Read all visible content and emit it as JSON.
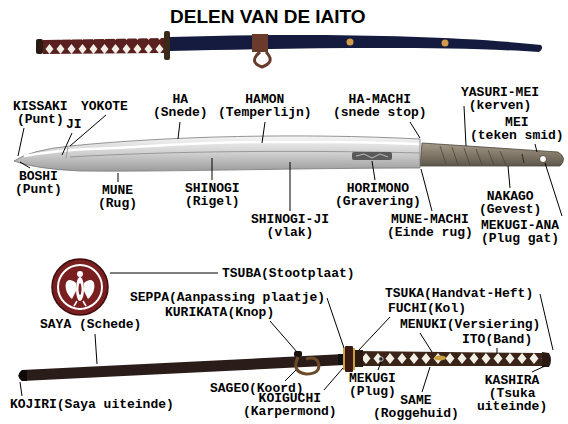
{
  "diagram": {
    "title": "DELEN VAN DE IAITO",
    "labels": [
      "KISSAKI (Punt)",
      "YOKOTE",
      "HA (Snede)",
      "HAMON (Temperlijn)",
      "HA-MACHI (snede stop)",
      "YASURI-MEI (kerven)",
      "MEI (teken smid)",
      "JI",
      "BOSHI (Punt)",
      "MUNE (Rug)",
      "SHINOGI (Rigel)",
      "SHINOGI-JI (vlak)",
      "HORIMONO (Gravering)",
      "MUNE-MACHI (Einde rug)",
      "NAKAGO (Gevest)",
      "MEKUGI-ANA (Plug gat)",
      "TSUBA(Stootplaat)",
      "TSUKA(Handvat-Heft)",
      "SEPPA(Aanpassing plaatje)",
      "FUCHI(Kol)",
      "KURIKATA(Knop)",
      "MENUKI(Versiering)",
      "SAYA (Schede)",
      "ITO(Band)",
      "SAGEO(Koord)",
      "MEKUGI (Plug)",
      "KOIGUCHI (Karpermond)",
      "SAME (Roggehuid)",
      "KASHIRA (Tsuka uiteinde)",
      "KOJIRI(Saya uiteinde)"
    ]
  }
}
